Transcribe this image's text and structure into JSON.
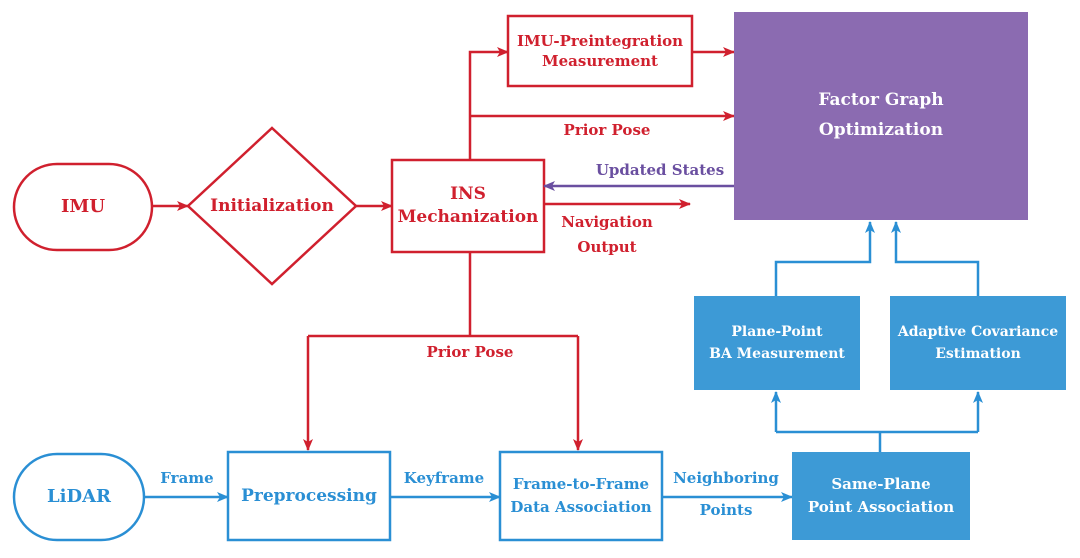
{
  "nodes": {
    "imu": "IMU",
    "initialization": "Initialization",
    "ins_mechanization": [
      "INS",
      "Mechanization"
    ],
    "imu_preintegration": [
      "IMU-Preintegration",
      "Measurement"
    ],
    "factor_graph": [
      "Factor Graph",
      "Optimization"
    ],
    "lidar": "LiDAR",
    "preprocessing": "Preprocessing",
    "frame_to_frame": [
      "Frame-to-Frame",
      "Data Association"
    ],
    "same_plane": [
      "Same-Plane",
      "Point Association"
    ],
    "plane_point_ba": [
      "Plane-Point",
      "BA Measurement"
    ],
    "adaptive_covariance": [
      "Adaptive Covariance",
      "Estimation"
    ]
  },
  "edge_labels": {
    "prior_pose_top": "Prior Pose",
    "updated_states": "Updated States",
    "navigation_output": [
      "Navigation",
      "Output"
    ],
    "prior_pose_bottom": "Prior Pose",
    "frame": "Frame",
    "keyframe": "Keyframe",
    "neighboring_points": [
      "Neighboring",
      "Points"
    ]
  },
  "colors": {
    "imu_branch": "#d0202e",
    "lidar_branch": "#2a8fd4",
    "factor_graph_fill": "#8b6bb1",
    "updated_states": "#6a4fa0"
  }
}
